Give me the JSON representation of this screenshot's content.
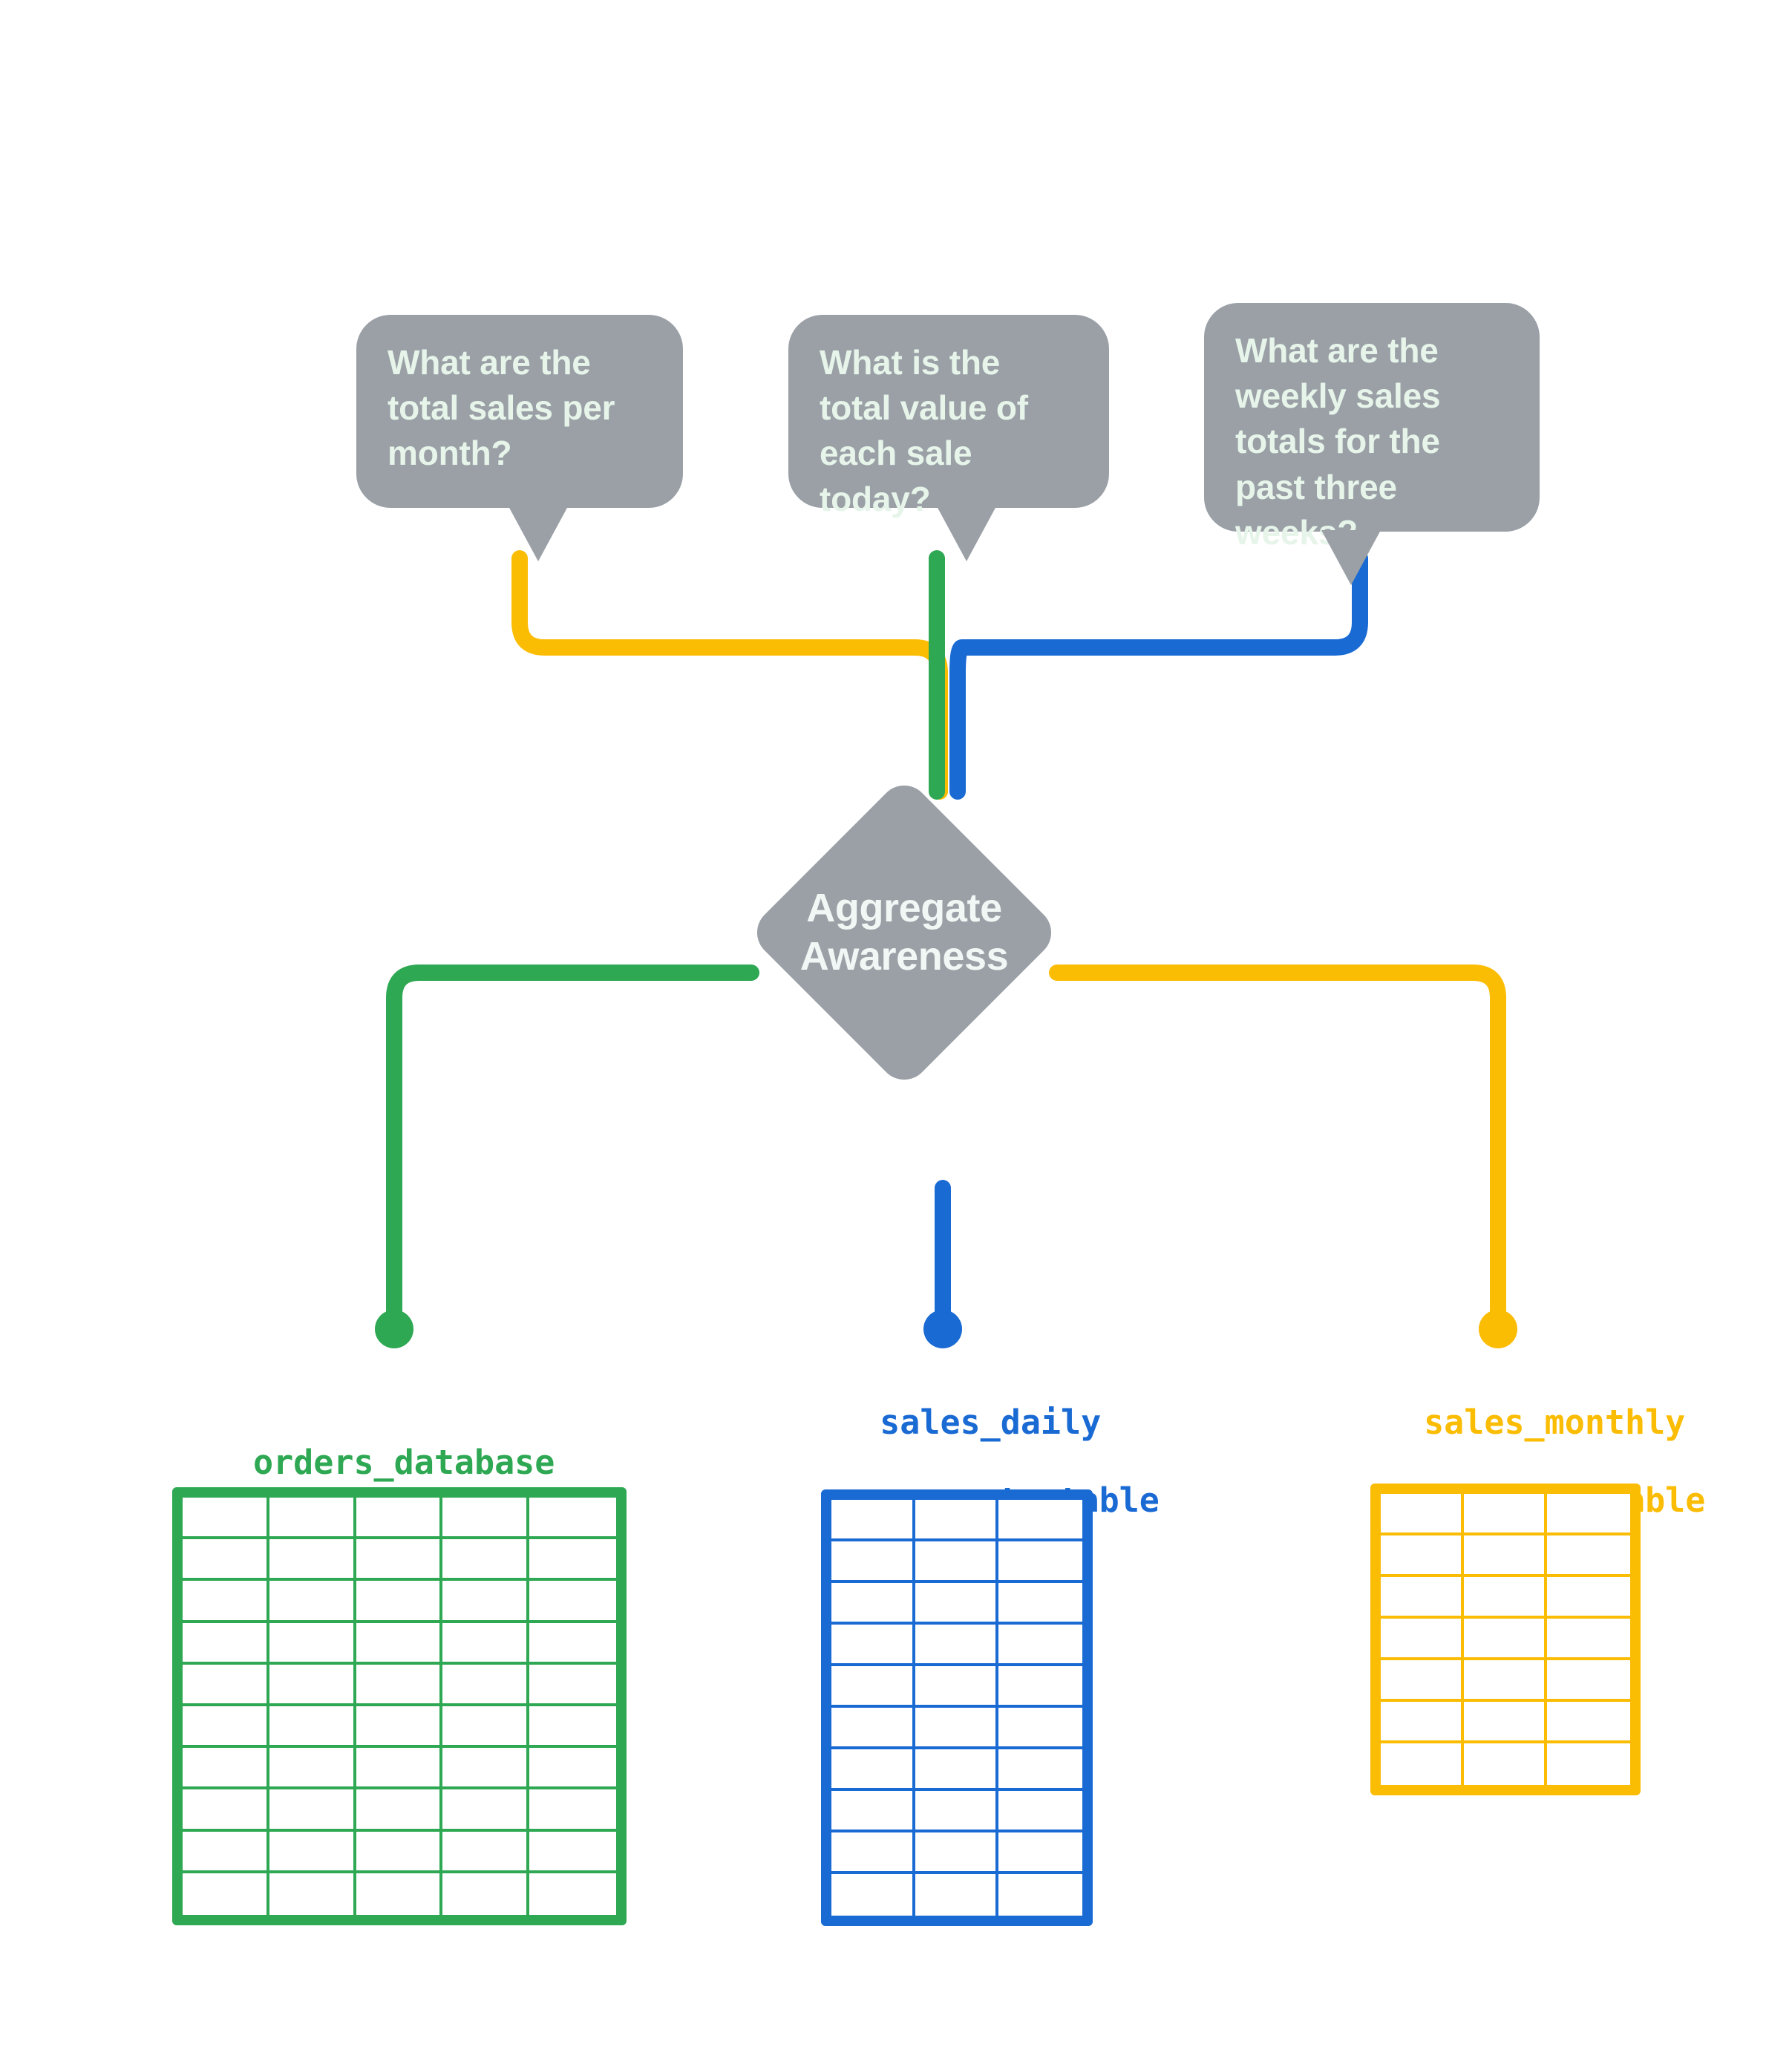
{
  "diagram": {
    "title": "Aggregate Awareness",
    "center_node": {
      "line1": "Aggregate",
      "line2": "Awareness",
      "shape": "diamond",
      "fill": "#9aa0a6",
      "text_color": "#f1f7f4"
    },
    "questions": [
      {
        "id": "monthly-question",
        "text": "What are the total sales per month?",
        "bubble_fill": "#9aa0a6",
        "text_color": "#e6f4ea",
        "wire_color": "#fbbc04",
        "routes_to": "sales_monthly aggregate_table"
      },
      {
        "id": "daily-question",
        "text": "What is the total value of each sale today?",
        "bubble_fill": "#9aa0a6",
        "text_color": "#e6f4ea",
        "wire_color": "#2ea853",
        "routes_to": "orders_database"
      },
      {
        "id": "weekly-question",
        "text": "What are the weekly sales totals for the past three weeks?",
        "bubble_fill": "#9aa0a6",
        "text_color": "#e6f4ea",
        "wire_color": "#1a6ad4",
        "routes_to": "sales_daily _aggregate_table"
      }
    ],
    "data_sources": [
      {
        "id": "orders-database",
        "label_line1": "orders_database",
        "label_line2": "",
        "color": "#2ea853",
        "columns": 5,
        "rows": 10
      },
      {
        "id": "sales-daily-aggregate-table",
        "label_line1": "sales_daily",
        "label_line2": "_aggregate_table",
        "color": "#1a6ad4",
        "columns": 3,
        "rows": 10
      },
      {
        "id": "sales-monthly-aggregate-table",
        "label_line1": "sales_monthly",
        "label_line2": "aggregate_table",
        "color": "#fbbc04",
        "columns": 3,
        "rows": 7
      }
    ],
    "colors": {
      "green": "#2ea853",
      "blue": "#1a6ad4",
      "yellow": "#fbbc04",
      "gray": "#9aa0a6",
      "background": "#ffffff"
    }
  }
}
